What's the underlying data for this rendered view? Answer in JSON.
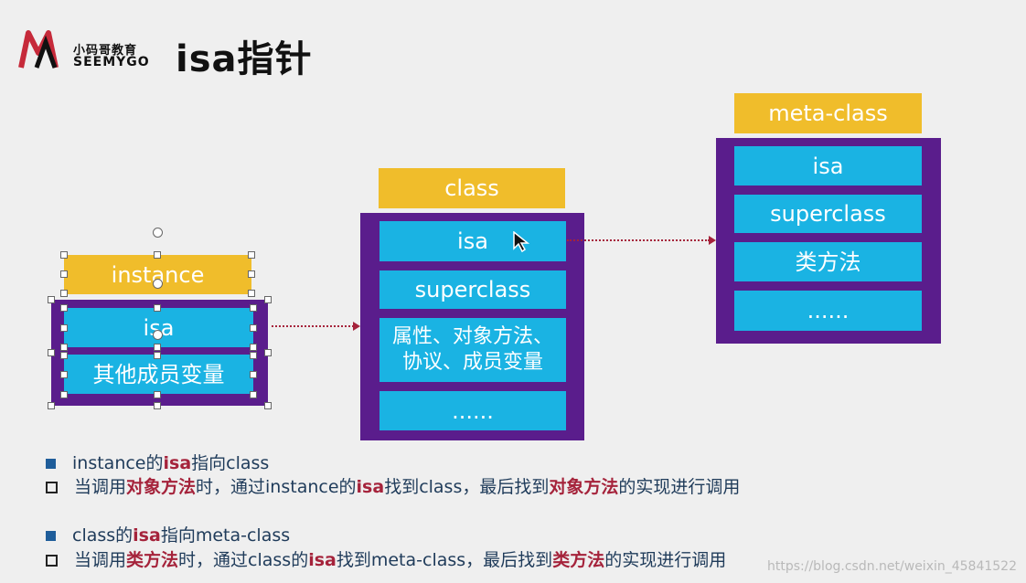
{
  "header": {
    "logo_cn": "小码哥教育",
    "logo_en": "SEEMYGO",
    "title": "isa指针"
  },
  "instance_box": {
    "header": "instance",
    "cells": [
      "isa",
      "其他成员变量"
    ]
  },
  "class_box": {
    "header": "class",
    "cells": [
      "isa",
      "superclass",
      "属性、对象方法、\n协议、成员变量",
      "......"
    ]
  },
  "meta_box": {
    "header": "meta-class",
    "cells": [
      "isa",
      "superclass",
      "类方法",
      "......"
    ]
  },
  "bullets": [
    {
      "parts": [
        "instance的",
        "isa",
        "指向class"
      ]
    },
    {
      "parts": [
        "当调用",
        "对象方法",
        "时，通过instance的",
        "isa",
        "找到class，最后找到",
        "对象方法",
        "的实现进行调用"
      ]
    },
    {
      "parts": [
        "class的",
        "isa",
        "指向meta-class"
      ]
    },
    {
      "parts": [
        "当调用",
        "类方法",
        "时，通过class的",
        "isa",
        "找到meta-class，最后找到",
        "类方法",
        "的实现进行调用"
      ]
    }
  ],
  "watermark": "https://blog.csdn.net/weixin_45841522",
  "colors": {
    "header_yellow": "#f0bd2b",
    "frame_purple": "#5a1d8c",
    "cell_blue": "#1ab3e3",
    "arrow_red": "#a5233b",
    "text_navy": "#1f3b5a"
  }
}
